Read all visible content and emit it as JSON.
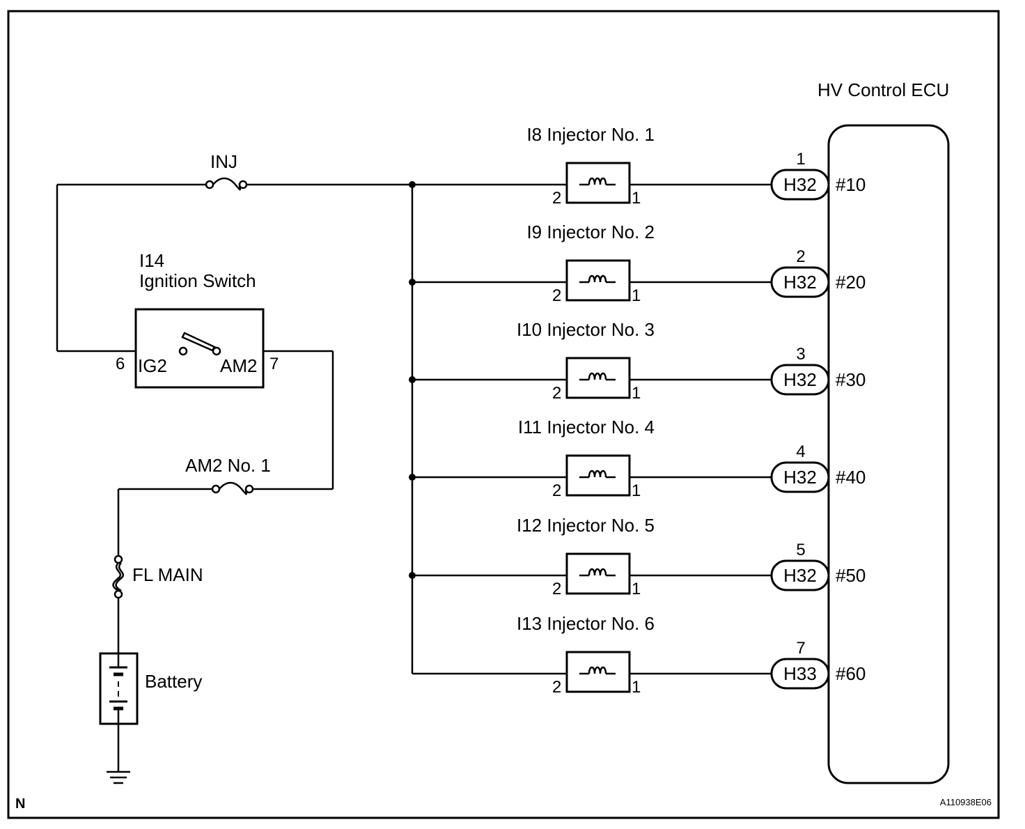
{
  "ecu": {
    "title": "HV Control ECU",
    "terminals": [
      "#10",
      "#20",
      "#30",
      "#40",
      "#50",
      "#60"
    ]
  },
  "injectors": [
    {
      "label": "I8 Injector No. 1",
      "pin_left": "2",
      "pin_right": "1",
      "connector": "H32",
      "connector_pin": "1"
    },
    {
      "label": "I9 Injector No. 2",
      "pin_left": "2",
      "pin_right": "1",
      "connector": "H32",
      "connector_pin": "2"
    },
    {
      "label": "I10 Injector No. 3",
      "pin_left": "2",
      "pin_right": "1",
      "connector": "H32",
      "connector_pin": "3"
    },
    {
      "label": "I11 Injector No. 4",
      "pin_left": "2",
      "pin_right": "1",
      "connector": "H32",
      "connector_pin": "4"
    },
    {
      "label": "I12 Injector No. 5",
      "pin_left": "2",
      "pin_right": "1",
      "connector": "H32",
      "connector_pin": "5"
    },
    {
      "label": "I13 Injector No. 6",
      "pin_left": "2",
      "pin_right": "1",
      "connector": "H33",
      "connector_pin": "7"
    }
  ],
  "fuses": {
    "inj": "INJ",
    "am2": "AM2 No. 1",
    "fl_main": "FL MAIN"
  },
  "ignition_switch": {
    "code": "I14",
    "name": "Ignition Switch",
    "left_terminal": "IG2",
    "left_pin": "6",
    "right_terminal": "AM2",
    "right_pin": "7"
  },
  "battery": {
    "label": "Battery"
  },
  "corner_label": "N",
  "figure_id": "A110938E06"
}
